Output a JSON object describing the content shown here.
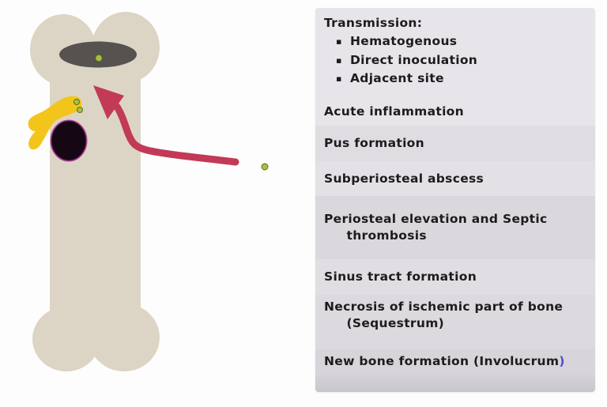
{
  "illustration": {
    "description": "long bone with osteomyelitis: bacteria entering via bloodstream arrow, subperiosteal abscess and periosteal elevation",
    "colors": {
      "bone": "#dcd5c5",
      "growth_plate": "#555250",
      "bacteria_fill": "#a6c045",
      "bacteria_ring": "#5c6d1d",
      "periosteal_reaction": "#f3c51b",
      "abscess_fill": "#150714",
      "abscess_rim": "#9c2187",
      "arrow": "#c23a55"
    }
  },
  "panel": {
    "band_colors": [
      "#e8e5ea",
      "#dfdce2",
      "#e4e1e6",
      "#dad7dd",
      "#e1dee3",
      "#dcd9df",
      "#d7d4da"
    ],
    "text_color": "#1c1c1c",
    "suffix_color": "#4a4fd2",
    "transmission": {
      "title": "Transmission:",
      "bullet": "▪",
      "items": [
        "Hematogenous",
        "Direct inoculation",
        "Adjacent site"
      ]
    },
    "acute": "Acute inflammation",
    "stages": [
      {
        "label": "Pus formation"
      },
      {
        "label": "Subperiosteal abscess"
      },
      {
        "label": "Periosteal elevation and Septic\n     thrombosis"
      },
      {
        "label": "Sinus tract formation"
      },
      {
        "label": "Necrosis of ischemic part of bone\n     (Sequestrum)"
      },
      {
        "label": "New bone formation (Involucrum",
        "suffix": ")"
      }
    ]
  }
}
